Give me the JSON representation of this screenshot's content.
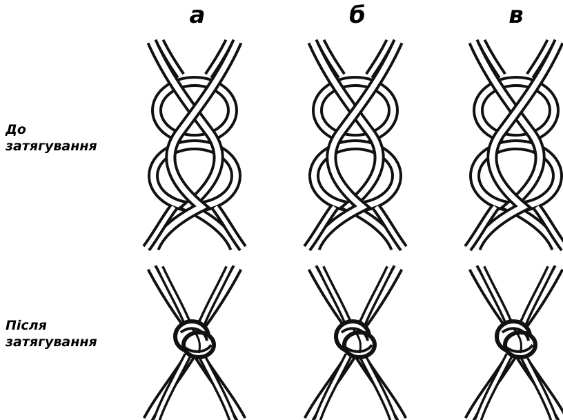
{
  "columns": {
    "a": "а",
    "b": "б",
    "c": "в"
  },
  "rows": {
    "before": [
      "До",
      "затягування"
    ],
    "after": [
      "Після",
      "затягування"
    ]
  },
  "colors": {
    "rope": "#111111",
    "background": "#ffffff"
  }
}
